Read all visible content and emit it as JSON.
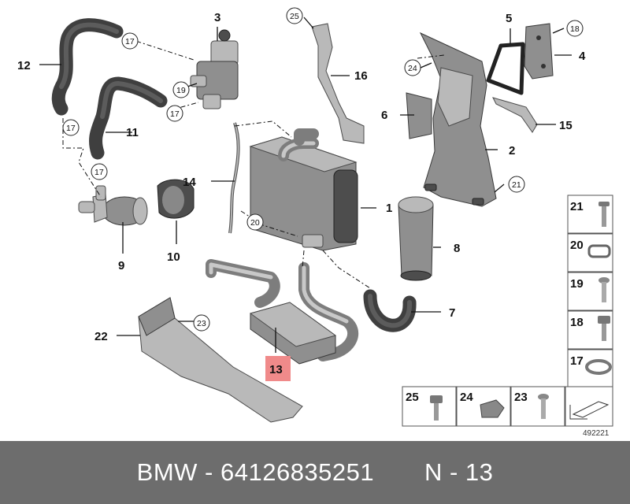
{
  "diagram_id": "492221",
  "callouts": {
    "c1": "1",
    "c2": "2",
    "c3": "3",
    "c4": "4",
    "c5": "5",
    "c6": "6",
    "c7": "7",
    "c8": "8",
    "c9": "9",
    "c10": "10",
    "c11": "11",
    "c12": "12",
    "c13": "13",
    "c14": "14",
    "c15": "15",
    "c16": "16",
    "c17a": "17",
    "c17b": "17",
    "c17c": "17",
    "c17d": "17",
    "c18": "18",
    "c19": "19",
    "c20": "20",
    "c21": "21",
    "c22": "22",
    "c23": "23",
    "c24": "24",
    "c25": "25"
  },
  "highlight_color": "#f08a8a",
  "legend": {
    "right": [
      "21",
      "20",
      "19",
      "18",
      "17"
    ],
    "bottom": [
      "25",
      "24",
      "23"
    ]
  },
  "footer": {
    "brand": "BMW",
    "sep1": "-",
    "part_number": "64126835251",
    "position": "N - 13"
  }
}
